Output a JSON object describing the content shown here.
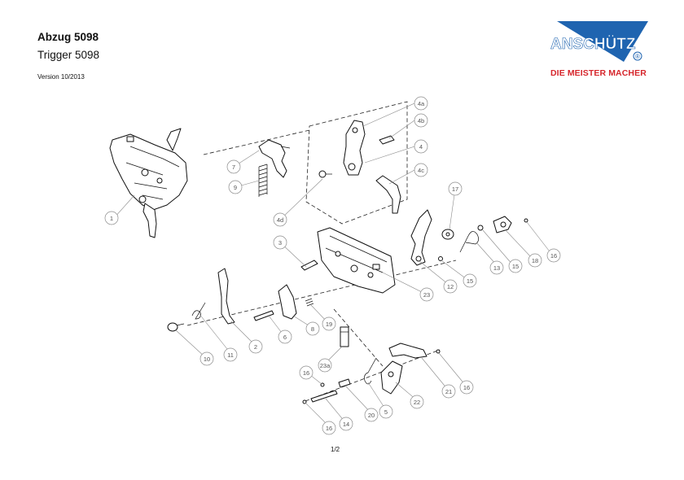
{
  "header": {
    "title_de": "Abzug 5098",
    "title_en": "Trigger 5098",
    "version": "Version 10/2013"
  },
  "logo": {
    "brand": "ANSCHÜTZ",
    "registered": "®",
    "tagline": "DIE MEISTER MACHER",
    "colors": {
      "brand_blue": "#1f64b0",
      "tagline_red": "#d6262c"
    }
  },
  "footer": {
    "page": "1/2"
  },
  "callouts": [
    {
      "label": "1"
    },
    {
      "label": "7"
    },
    {
      "label": "9"
    },
    {
      "label": "4a"
    },
    {
      "label": "4b"
    },
    {
      "label": "4"
    },
    {
      "label": "4c"
    },
    {
      "label": "4d"
    },
    {
      "label": "3"
    },
    {
      "label": "17"
    },
    {
      "label": "13"
    },
    {
      "label": "15"
    },
    {
      "label": "18"
    },
    {
      "label": "16"
    },
    {
      "label": "12"
    },
    {
      "label": "15"
    },
    {
      "label": "23"
    },
    {
      "label": "10"
    },
    {
      "label": "11"
    },
    {
      "label": "2"
    },
    {
      "label": "6"
    },
    {
      "label": "8"
    },
    {
      "label": "19"
    },
    {
      "label": "23a"
    },
    {
      "label": "16"
    },
    {
      "label": "20"
    },
    {
      "label": "5"
    },
    {
      "label": "22"
    },
    {
      "label": "21"
    },
    {
      "label": "16"
    },
    {
      "label": "16"
    },
    {
      "label": "14"
    }
  ]
}
